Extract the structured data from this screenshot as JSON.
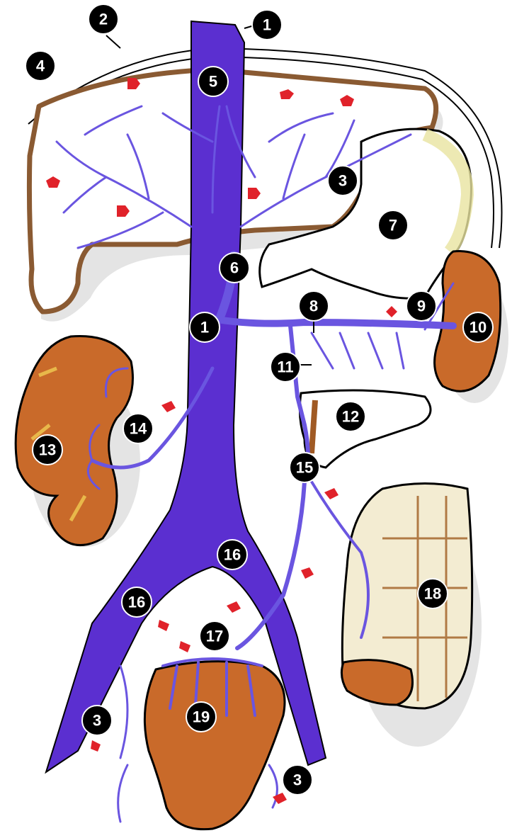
{
  "labels": [
    "1",
    "2",
    "3",
    "4",
    "5",
    "6",
    "7",
    "8",
    "9",
    "10",
    "11",
    "12",
    "13",
    "14",
    "15",
    "16",
    "17",
    "18",
    "19"
  ],
  "colors": {
    "vein": "#5b2fd0",
    "vein_branch": "#6a55e0",
    "liver_outline": "#8a5a32",
    "organ_fill": "#c96a2a",
    "organ_highlight": "#e8b84a",
    "intestine_fill": "#f3ecd2",
    "arrow": "#e0222a",
    "marker": "#000000",
    "marker_text": "#ffffff"
  }
}
